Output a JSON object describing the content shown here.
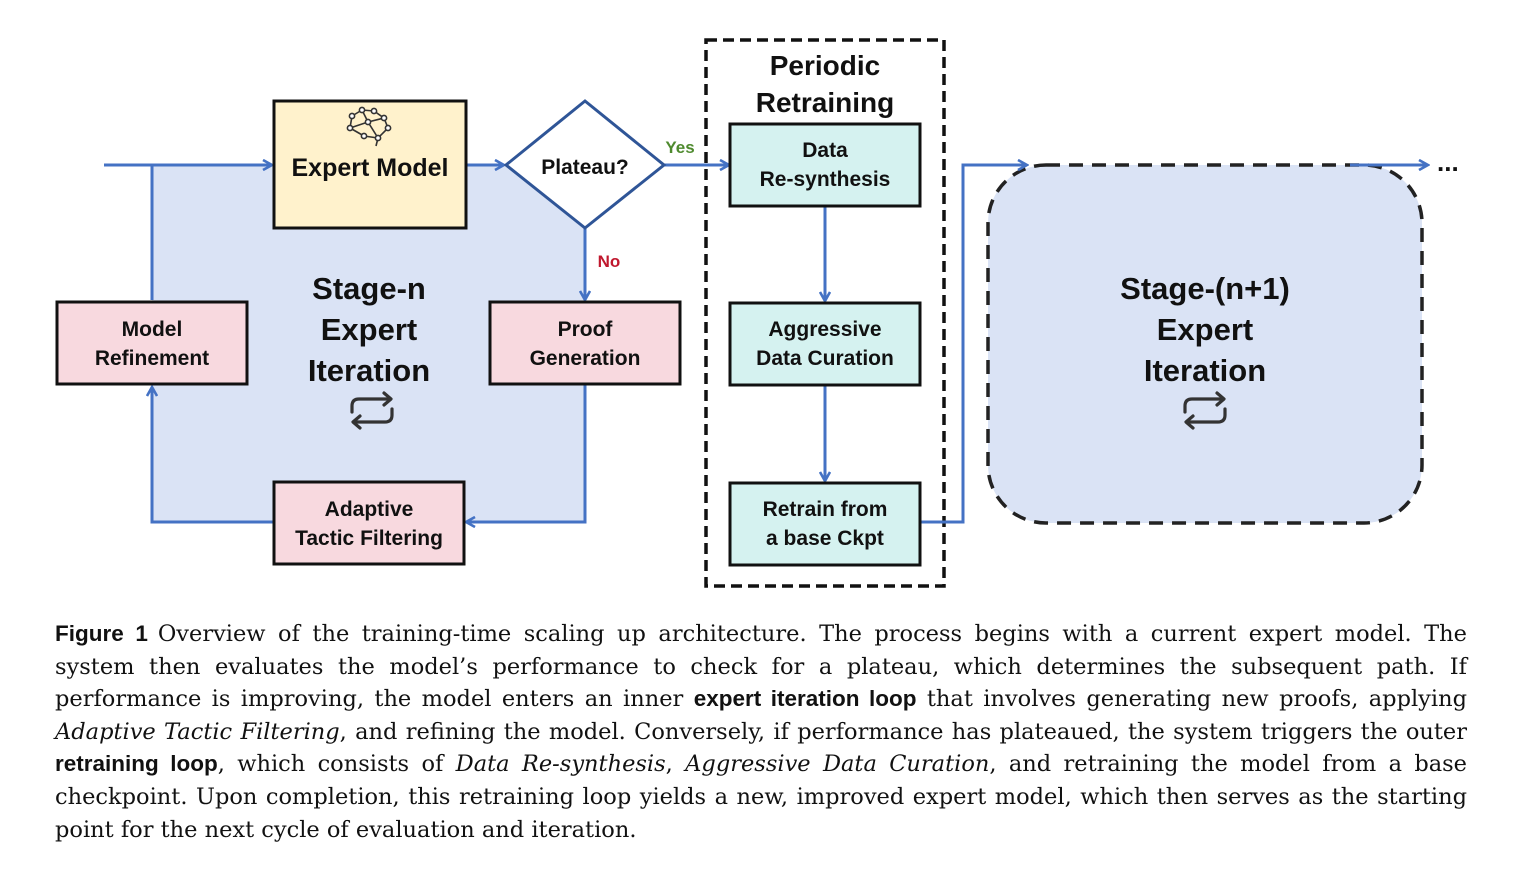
{
  "diagram": {
    "expert_model": "Expert Model",
    "plateau": "Plateau?",
    "yes": "Yes",
    "no": "No",
    "proof_generation": [
      "Proof",
      "Generation"
    ],
    "adaptive_tactic_filtering": [
      "Adaptive",
      "Tactic Filtering"
    ],
    "model_refinement": [
      "Model",
      "Refinement"
    ],
    "stage_n": [
      "Stage-n",
      "Expert",
      "Iteration"
    ],
    "periodic_retraining": [
      "Periodic",
      "Retraining"
    ],
    "data_resynthesis": [
      "Data",
      "Re-synthesis"
    ],
    "aggressive_data_curation": [
      "Aggressive",
      "Data Curation"
    ],
    "retrain_base_ckpt": [
      "Retrain from",
      "a base Ckpt"
    ],
    "stage_n1": [
      "Stage-(n+1)",
      "Expert",
      "Iteration"
    ],
    "continuation": "...",
    "colors": {
      "arrow": "#4472c4",
      "stage_bg": "#dae3f5",
      "expert_fill": "#fff2cc",
      "pink_fill": "#f8d9df",
      "teal_fill": "#d5f2f0",
      "yes_color": "#4e8a2e",
      "no_color": "#c0182e"
    },
    "icons": [
      "brain-network-icon",
      "repeat-cycle-icon"
    ]
  },
  "caption": {
    "figure_label": "Figure 1",
    "part1": "Overview of the training-time scaling up architecture. The process begins with a current expert model. The system then evaluates the model’s performance to check for a plateau, which determines the subsequent path. If performance is improving, the model enters an inner ",
    "bold1": "expert iteration loop",
    "part2": " that involves generating new proofs, applying ",
    "italic1": "Adaptive Tactic Filtering",
    "part3": ", and refining the model. Conversely, if performance has plateaued, the system triggers the outer ",
    "bold2": "retraining loop",
    "part4": ", which consists of ",
    "italic2": "Data Re-synthesis",
    "part5": ", ",
    "italic3": "Aggressive Data Curation",
    "part6": ", and retraining the model from a base checkpoint. Upon completion, this retraining loop yields a new, improved expert model, which then serves as the starting point for the next cycle of evaluation and iteration."
  }
}
